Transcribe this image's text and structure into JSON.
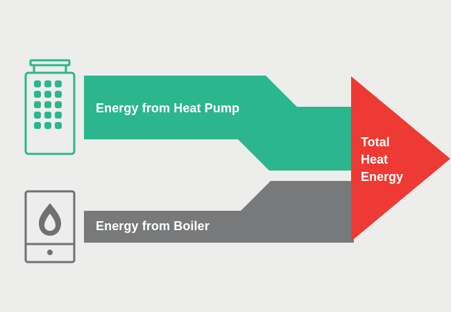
{
  "flows": {
    "heat_pump": {
      "label": "Energy from Heat Pump",
      "color": "#2CB68D"
    },
    "boiler": {
      "label": "Energy from Boiler",
      "color": "#77797B"
    }
  },
  "total": {
    "lines": [
      "Total",
      "Heat",
      "Energy"
    ],
    "color": "#EE3A34"
  },
  "icons": {
    "heat_pump": "heat-pump-icon",
    "boiler": "boiler-icon"
  },
  "colors": {
    "background": "#EDEDEC",
    "icon_stroke": "#2CB68D",
    "boiler_stroke": "#6E7072"
  }
}
